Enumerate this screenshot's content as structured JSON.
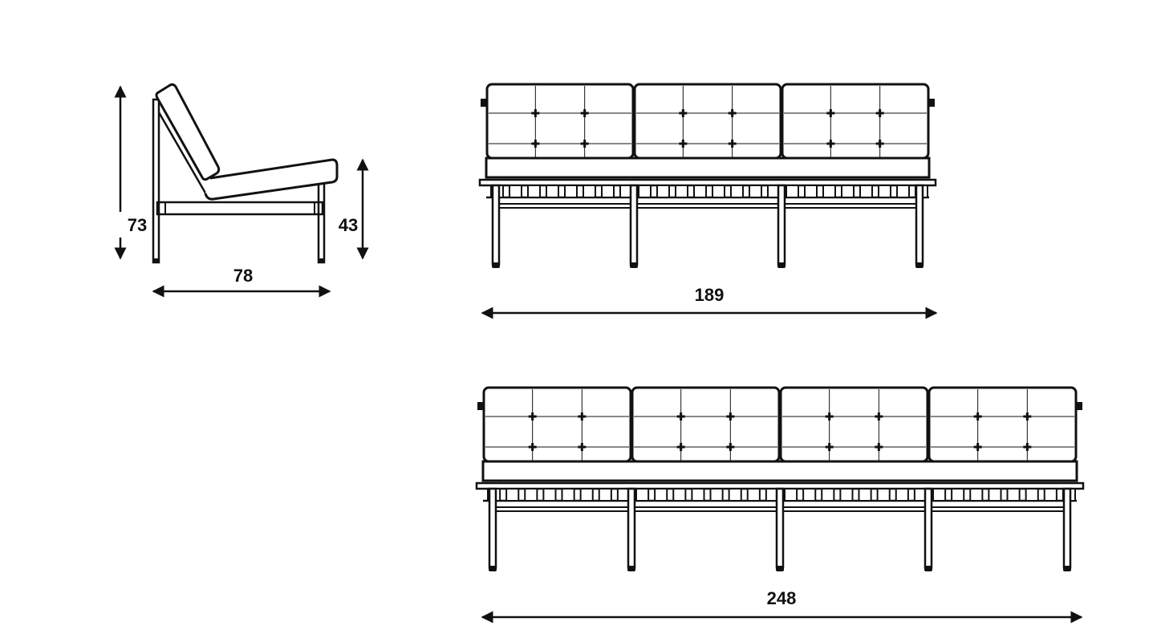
{
  "colors": {
    "ink": "#111111",
    "background": "#ffffff"
  },
  "side_view": {
    "height_label": "73",
    "seat_height_label": "43",
    "depth_label": "78"
  },
  "three_seater": {
    "seats": 3,
    "width_label": "189"
  },
  "four_seater": {
    "seats": 4,
    "width_label": "248"
  }
}
